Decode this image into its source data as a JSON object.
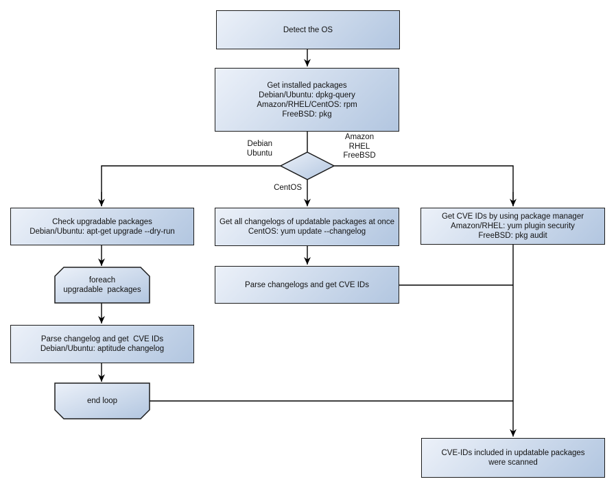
{
  "diagram": {
    "colors": {
      "node_fill_light": "#ecf1f9",
      "node_fill_dark": "#b2c6e0",
      "node_border": "#1a1a1a",
      "text": "#111111",
      "connector": "#000000",
      "background": "#ffffff"
    },
    "nodes": {
      "detect_os": {
        "lines": [
          "Detect the OS"
        ]
      },
      "get_installed_packages": {
        "lines": [
          "Get installed packages",
          "Debian/Ubuntu: dpkg-query",
          "Amazon/RHEL/CentOS: rpm",
          "FreeBSD: pkg"
        ]
      },
      "check_upgradable": {
        "lines": [
          "Check upgradable packages",
          "Debian/Ubuntu: apt-get upgrade --dry-run"
        ]
      },
      "foreach_loop": {
        "lines": [
          "foreach",
          "upgradable  packages"
        ]
      },
      "parse_changelog_debian": {
        "lines": [
          "Parse changelog and get  CVE IDs",
          "Debian/Ubuntu: aptitude changelog"
        ]
      },
      "end_loop": {
        "lines": [
          "end loop"
        ]
      },
      "get_all_changelogs": {
        "lines": [
          "Get all changelogs of updatable packages at once",
          "CentOS: yum update --changelog"
        ]
      },
      "parse_changelogs": {
        "lines": [
          "Parse changelogs and get CVE IDs"
        ]
      },
      "get_cve_ids_pkg_mgr": {
        "lines": [
          "Get CVE IDs by using package manager",
          "Amazon/RHEL: yum plugin security",
          "FreeBSD: pkg audit"
        ]
      },
      "cve_ids_scanned": {
        "lines": [
          "CVE-IDs included in updatable packages",
          "were scanned"
        ]
      }
    },
    "edge_labels": {
      "debian_ubuntu": {
        "lines": [
          "Debian",
          "Ubuntu"
        ]
      },
      "amazon_rhel_freebsd": {
        "lines": [
          "Amazon",
          "RHEL",
          "FreeBSD"
        ]
      },
      "centos": {
        "lines": [
          "CentOS"
        ]
      }
    }
  }
}
